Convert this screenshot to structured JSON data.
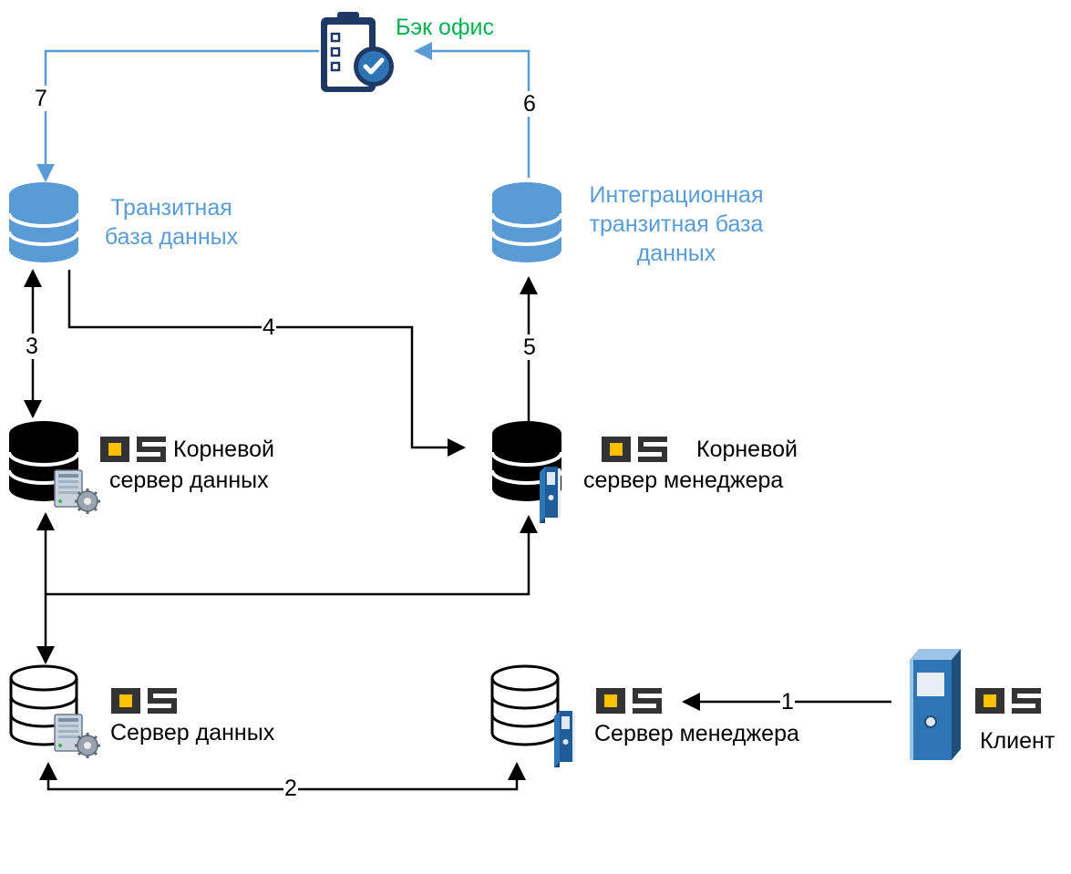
{
  "colors": {
    "flow_blue": "#5b9bd5",
    "db_blue": "#5b9bd5",
    "back_office_green": "#00b050",
    "logo_orange": "#ffc000",
    "logo_dark": "#333333",
    "icon_navy": "#1f3864",
    "line_black": "#000000"
  },
  "nodes": {
    "back_office": {
      "label": "Бэк офис",
      "icon": "clipboard-check-icon"
    },
    "transit_db": {
      "label_line1": "Транзитная",
      "label_line2": "база данных",
      "icon": "database-icon"
    },
    "integration_db": {
      "label_line1": "Интеграционная",
      "label_line2": "транзитная база",
      "label_line3": "данных",
      "icon": "database-icon"
    },
    "root_data_server": {
      "label_line1": "Корневой",
      "label_line2": "сервер данных",
      "logo": "OS",
      "icon": "database-server-gear-icon"
    },
    "root_manager_server": {
      "label_line1": "Корневой",
      "label_line2": "сервер менеджера",
      "logo": "OS",
      "icon": "database-binder-icon"
    },
    "data_server": {
      "label": "Сервер данных",
      "logo": "OS",
      "icon": "database-server-gear-icon"
    },
    "manager_server": {
      "label": "Сервер менеджера",
      "logo": "OS",
      "icon": "database-binder-icon"
    },
    "client": {
      "label": "Клиент",
      "logo": "OS",
      "icon": "binder-icon"
    }
  },
  "edges": [
    {
      "id": "1",
      "label": "1"
    },
    {
      "id": "2",
      "label": "2"
    },
    {
      "id": "3",
      "label": "3"
    },
    {
      "id": "4",
      "label": "4"
    },
    {
      "id": "5",
      "label": "5"
    },
    {
      "id": "6",
      "label": "6"
    },
    {
      "id": "7",
      "label": "7"
    }
  ]
}
